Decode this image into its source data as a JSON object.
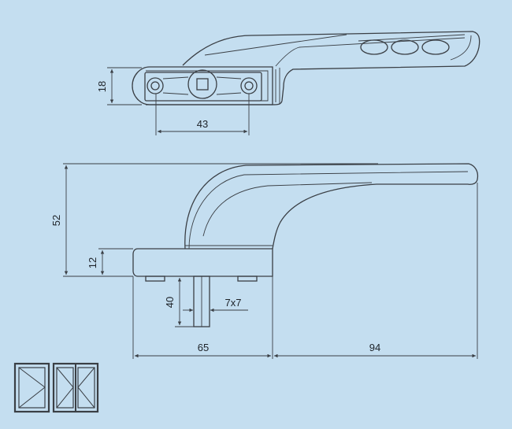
{
  "drawing": {
    "background_color": "#c4def0",
    "line_color": "#3a3f45",
    "dimensions": {
      "top_height": "18",
      "spindle_spacing": "43",
      "total_height": "52",
      "base_height": "12",
      "spindle_length": "40",
      "spindle_square": "7x7",
      "base_length": "65",
      "lever_length": "94"
    },
    "window_icons": [
      {
        "icon": "single-casement-window-icon"
      },
      {
        "icon": "double-casement-window-icon"
      }
    ]
  }
}
